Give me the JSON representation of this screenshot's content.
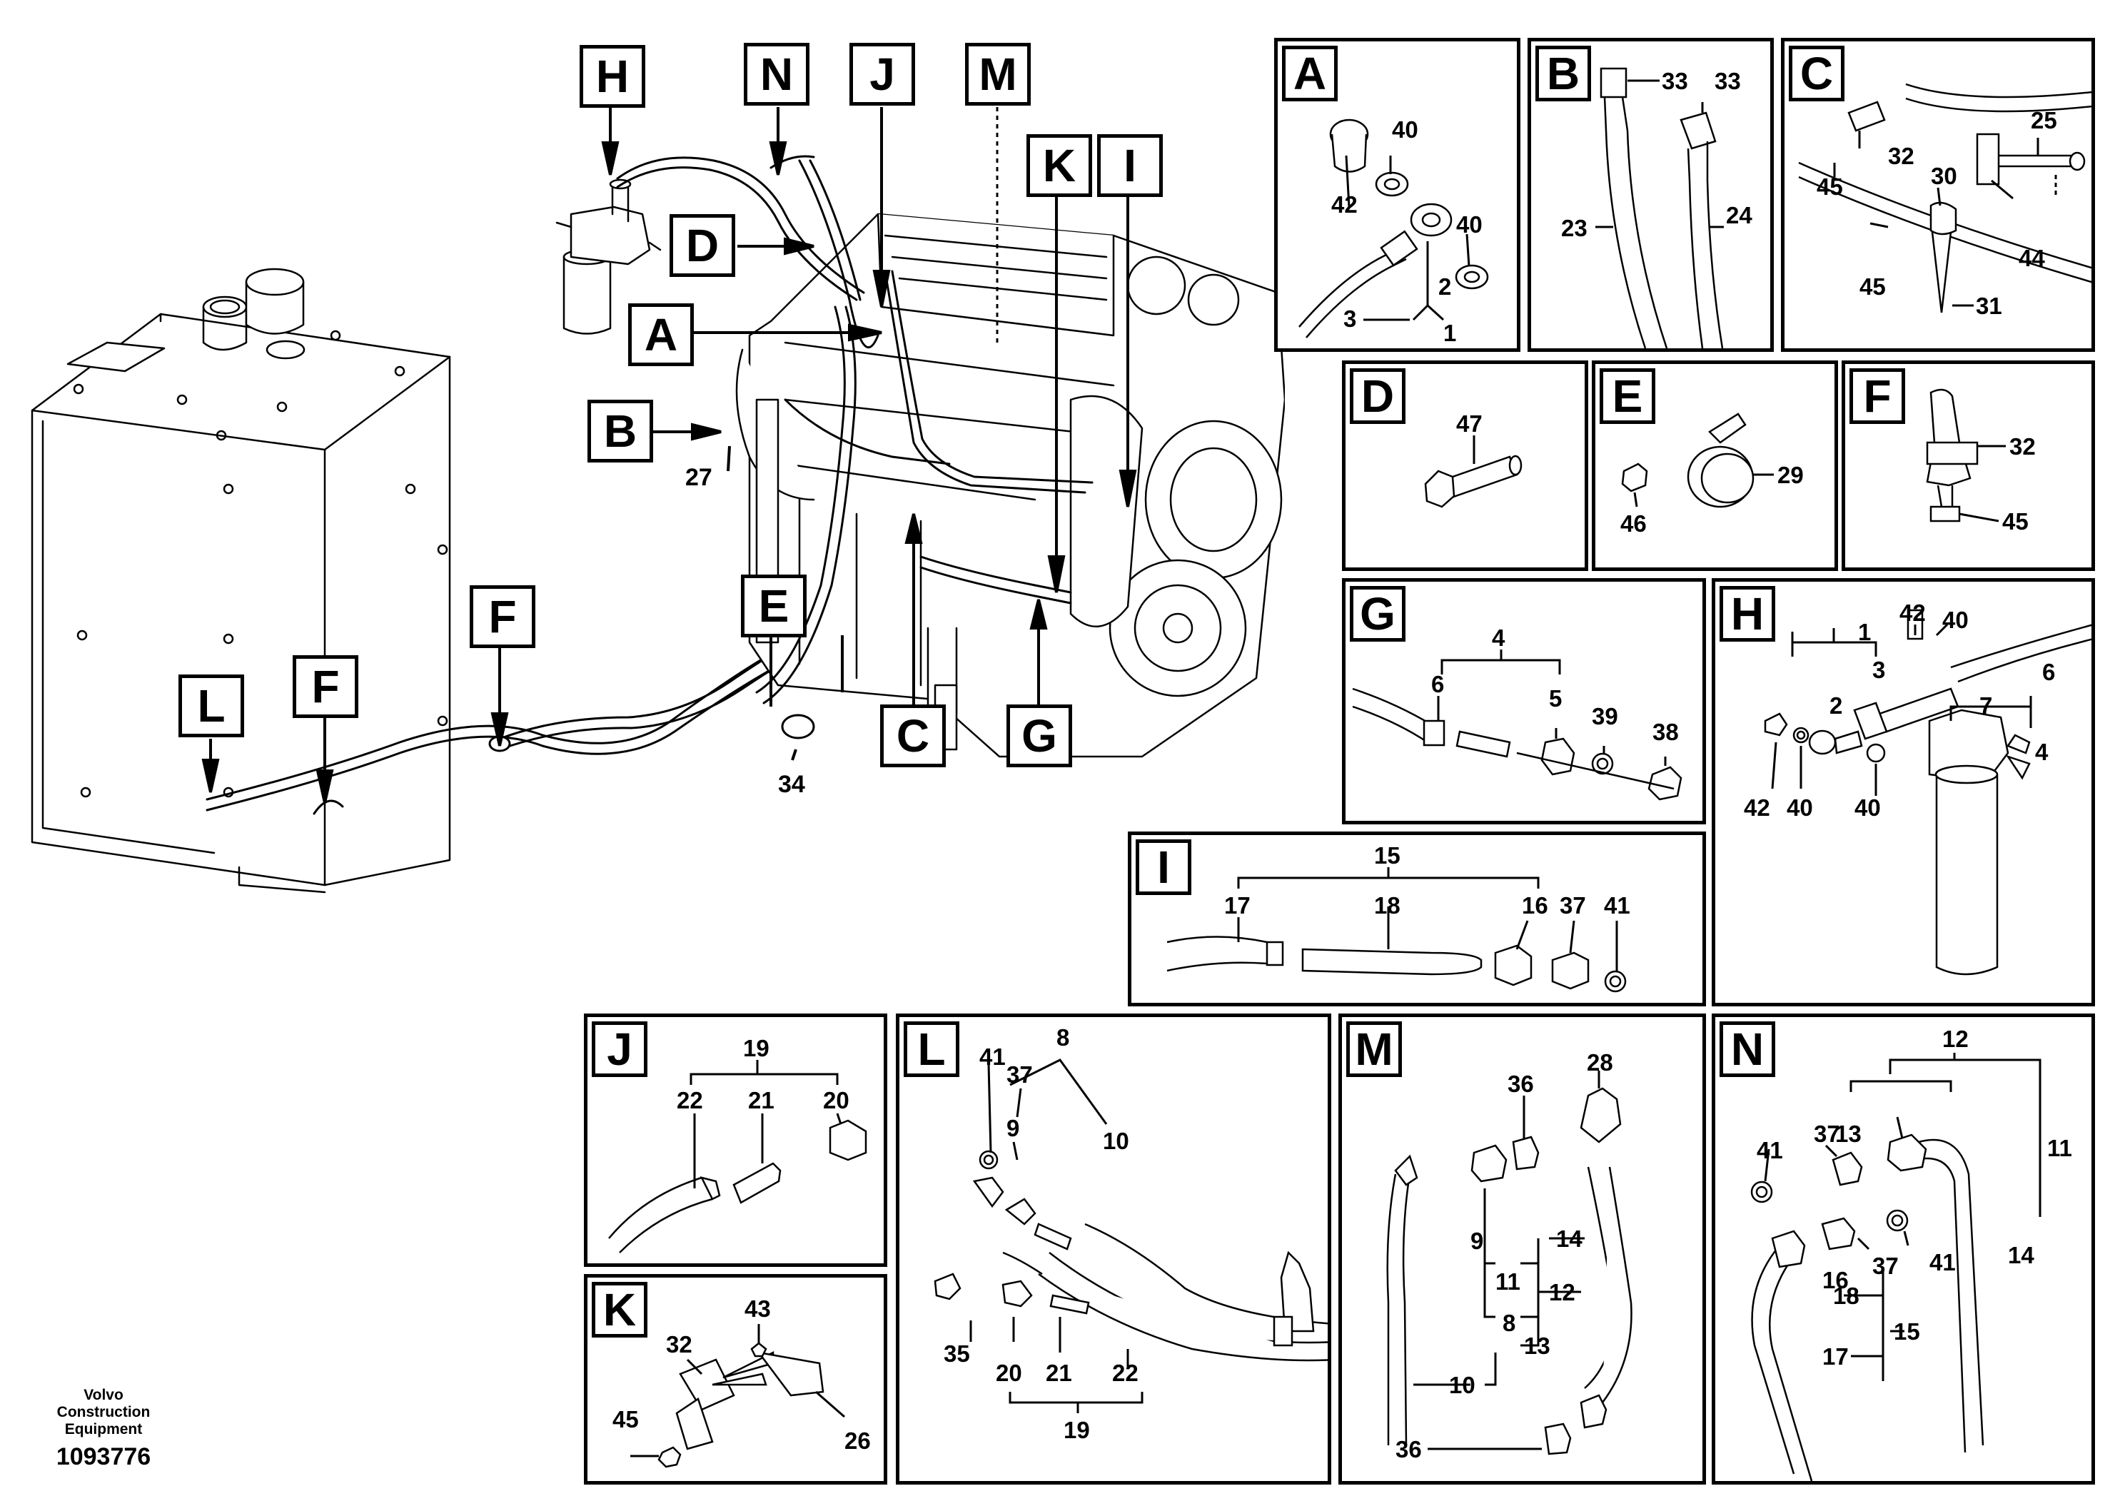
{
  "footer": {
    "brand_line1": "Volvo Construction",
    "brand_line2": "Equipment",
    "drawing_number": "1093776"
  },
  "main_view": {
    "callouts": [
      "H",
      "N",
      "J",
      "M",
      "K",
      "I",
      "D",
      "A",
      "B",
      "E",
      "C",
      "G",
      "F",
      "F",
      "L"
    ],
    "part_labels": [
      "27",
      "34"
    ]
  },
  "panels": {
    "A": {
      "letter": "A",
      "labels": [
        "40",
        "42",
        "40",
        "2",
        "3",
        "1"
      ]
    },
    "B": {
      "letter": "B",
      "labels": [
        "33",
        "33",
        "23",
        "24"
      ]
    },
    "C": {
      "letter": "C",
      "labels": [
        "25",
        "32",
        "45",
        "30",
        "45",
        "44",
        "31"
      ]
    },
    "D": {
      "letter": "D",
      "labels": [
        "47"
      ]
    },
    "E": {
      "letter": "E",
      "labels": [
        "29",
        "46"
      ]
    },
    "F": {
      "letter": "F",
      "labels": [
        "32",
        "45"
      ]
    },
    "G": {
      "letter": "G",
      "labels": [
        "4",
        "6",
        "5",
        "39",
        "38"
      ]
    },
    "H": {
      "letter": "H",
      "labels": [
        "42",
        "40",
        "1",
        "3",
        "6",
        "2",
        "7",
        "4",
        "42",
        "40",
        "40"
      ]
    },
    "I": {
      "letter": "I",
      "labels": [
        "15",
        "17",
        "18",
        "16",
        "37",
        "41"
      ]
    },
    "J": {
      "letter": "J",
      "labels": [
        "19",
        "22",
        "21",
        "20"
      ]
    },
    "K": {
      "letter": "K",
      "labels": [
        "43",
        "32",
        "45",
        "26"
      ]
    },
    "L": {
      "letter": "L",
      "labels": [
        "8",
        "41",
        "37",
        "9",
        "10",
        "35",
        "20",
        "21",
        "22",
        "19"
      ]
    },
    "M": {
      "letter": "M",
      "labels": [
        "28",
        "36",
        "14",
        "9",
        "11",
        "12",
        "8",
        "13",
        "10",
        "36"
      ]
    },
    "N": {
      "letter": "N",
      "labels": [
        "12",
        "11",
        "13",
        "37",
        "41",
        "14",
        "16",
        "37",
        "41",
        "15",
        "18",
        "17"
      ]
    }
  }
}
